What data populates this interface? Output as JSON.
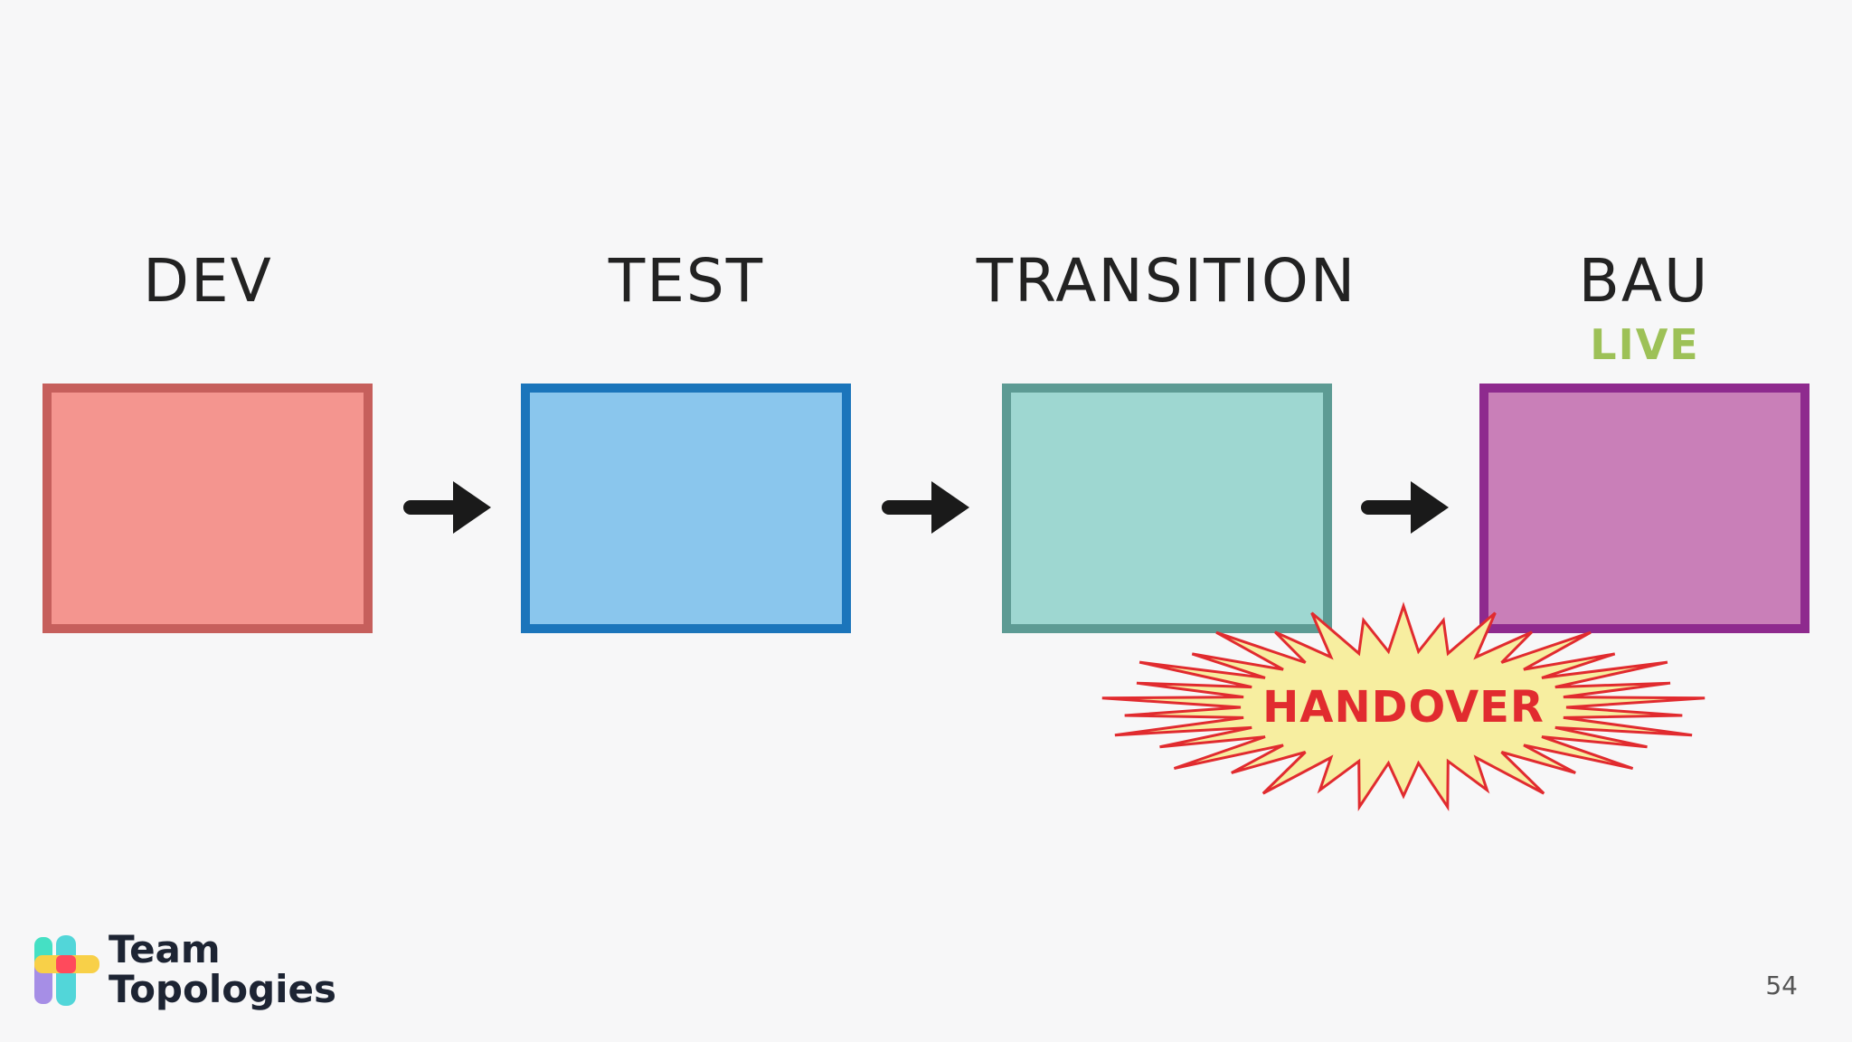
{
  "stages": [
    {
      "label": "DEV",
      "fill": "#f4958f",
      "border": "#c65f5c"
    },
    {
      "label": "TEST",
      "fill": "#8ac6ed",
      "border": "#1b75bb"
    },
    {
      "label": "TRANSITION",
      "fill": "#9ed7d1",
      "border": "#5d9b94"
    },
    {
      "label": "BAU",
      "fill": "#c97fb8",
      "border": "#8e2a8e",
      "sublabel": "LIVE",
      "sublabel_color": "#9dc157"
    }
  ],
  "arrows": [
    {
      "icon": "right-arrow-icon"
    },
    {
      "icon": "right-arrow-icon"
    },
    {
      "icon": "right-arrow-icon"
    }
  ],
  "burst": {
    "text": "HANDOVER",
    "text_color": "#e12b2f",
    "fill": "#f7eea0",
    "ray_color": "#e12b2f"
  },
  "logo": {
    "line1": "Team",
    "line2": "Topologies"
  },
  "page_number": "54"
}
